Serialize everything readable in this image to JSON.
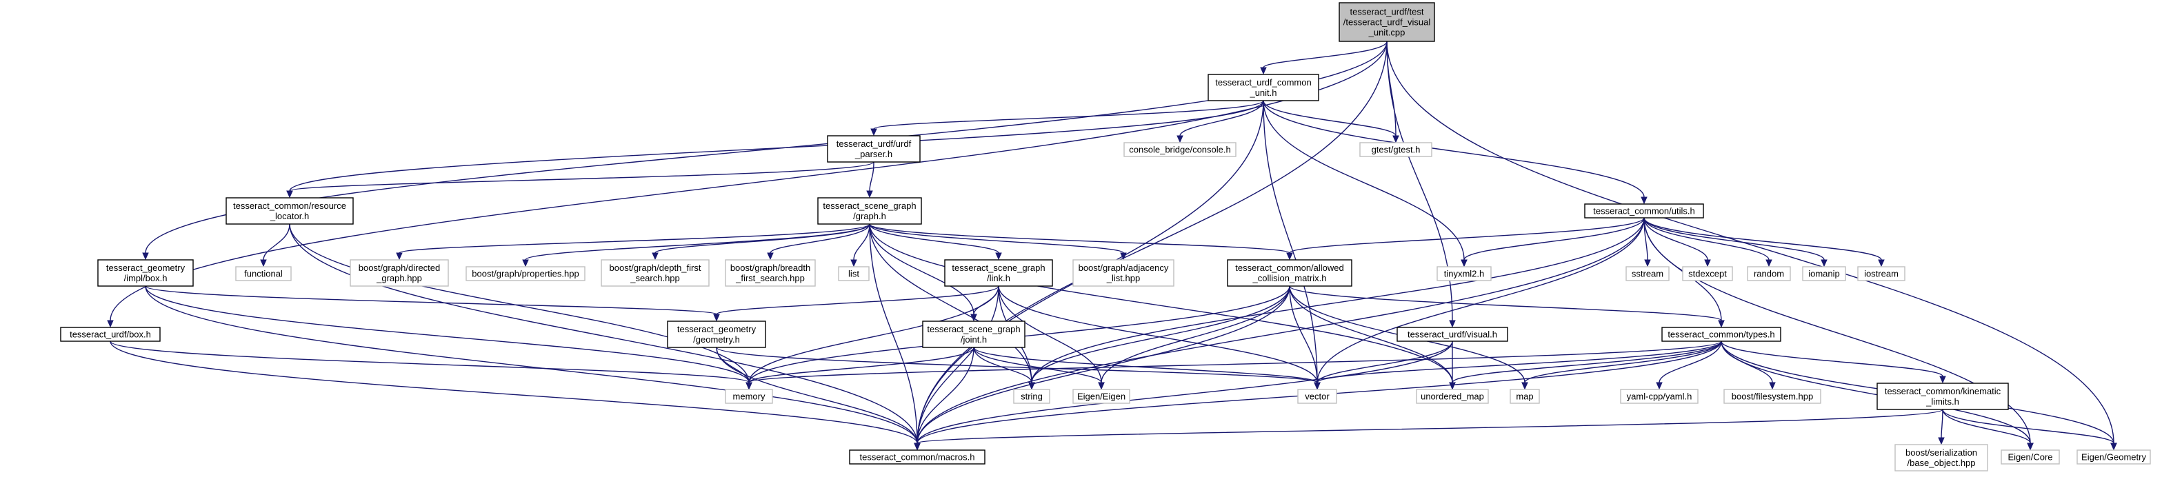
{
  "nodes": [
    {
      "id": "n0",
      "lines": [
        "tesseract_urdf/test",
        "/tesseract_urdf_visual",
        "_unit.cpp"
      ],
      "kind": "root"
    },
    {
      "id": "n1",
      "lines": [
        "tesseract_urdf_common",
        "_unit.h"
      ],
      "kind": "local"
    },
    {
      "id": "n2",
      "lines": [
        "tesseract_urdf/urdf",
        "_parser.h"
      ],
      "kind": "local"
    },
    {
      "id": "n3",
      "lines": [
        "console_bridge/console.h"
      ],
      "kind": "ext"
    },
    {
      "id": "n4",
      "lines": [
        "gtest/gtest.h"
      ],
      "kind": "ext"
    },
    {
      "id": "n5",
      "lines": [
        "tesseract_common/resource",
        "_locator.h"
      ],
      "kind": "local"
    },
    {
      "id": "n6",
      "lines": [
        "tesseract_scene_graph",
        "/graph.h"
      ],
      "kind": "local"
    },
    {
      "id": "n7",
      "lines": [
        "tesseract_common/utils.h"
      ],
      "kind": "local"
    },
    {
      "id": "n8",
      "lines": [
        "tesseract_geometry",
        "/impl/box.h"
      ],
      "kind": "local"
    },
    {
      "id": "n9",
      "lines": [
        "functional"
      ],
      "kind": "ext"
    },
    {
      "id": "n10",
      "lines": [
        "boost/graph/directed",
        "_graph.hpp"
      ],
      "kind": "ext"
    },
    {
      "id": "n11",
      "lines": [
        "boost/graph/properties.hpp"
      ],
      "kind": "ext"
    },
    {
      "id": "n12",
      "lines": [
        "boost/graph/depth_first",
        "_search.hpp"
      ],
      "kind": "ext"
    },
    {
      "id": "n13",
      "lines": [
        "boost/graph/breadth",
        "_first_search.hpp"
      ],
      "kind": "ext"
    },
    {
      "id": "n14",
      "lines": [
        "list"
      ],
      "kind": "ext"
    },
    {
      "id": "n15",
      "lines": [
        "tesseract_scene_graph",
        "/link.h"
      ],
      "kind": "local"
    },
    {
      "id": "n16",
      "lines": [
        "boost/graph/adjacency",
        "_list.hpp"
      ],
      "kind": "ext"
    },
    {
      "id": "n17",
      "lines": [
        "tesseract_common/allowed",
        "_collision_matrix.h"
      ],
      "kind": "local"
    },
    {
      "id": "n18",
      "lines": [
        "tinyxml2.h"
      ],
      "kind": "ext"
    },
    {
      "id": "n19",
      "lines": [
        "sstream"
      ],
      "kind": "ext"
    },
    {
      "id": "n20",
      "lines": [
        "stdexcept"
      ],
      "kind": "ext"
    },
    {
      "id": "n21",
      "lines": [
        "random"
      ],
      "kind": "ext"
    },
    {
      "id": "n22",
      "lines": [
        "iomanip"
      ],
      "kind": "ext"
    },
    {
      "id": "n23",
      "lines": [
        "iostream"
      ],
      "kind": "ext"
    },
    {
      "id": "n24",
      "lines": [
        "tesseract_urdf/box.h"
      ],
      "kind": "local"
    },
    {
      "id": "n25",
      "lines": [
        "tesseract_geometry",
        "/geometry.h"
      ],
      "kind": "local"
    },
    {
      "id": "n26",
      "lines": [
        "tesseract_scene_graph",
        "/joint.h"
      ],
      "kind": "local"
    },
    {
      "id": "n27",
      "lines": [
        "tesseract_urdf/visual.h"
      ],
      "kind": "local"
    },
    {
      "id": "n28",
      "lines": [
        "tesseract_common/types.h"
      ],
      "kind": "local"
    },
    {
      "id": "n29",
      "lines": [
        "memory"
      ],
      "kind": "ext"
    },
    {
      "id": "n30",
      "lines": [
        "string"
      ],
      "kind": "ext"
    },
    {
      "id": "n31",
      "lines": [
        "Eigen/Eigen"
      ],
      "kind": "ext"
    },
    {
      "id": "n32",
      "lines": [
        "vector"
      ],
      "kind": "ext"
    },
    {
      "id": "n33",
      "lines": [
        "unordered_map"
      ],
      "kind": "ext"
    },
    {
      "id": "n34",
      "lines": [
        "map"
      ],
      "kind": "ext"
    },
    {
      "id": "n35",
      "lines": [
        "yaml-cpp/yaml.h"
      ],
      "kind": "ext"
    },
    {
      "id": "n36",
      "lines": [
        "boost/filesystem.hpp"
      ],
      "kind": "ext"
    },
    {
      "id": "n37",
      "lines": [
        "tesseract_common/kinematic",
        "_limits.h"
      ],
      "kind": "local"
    },
    {
      "id": "n38",
      "lines": [
        "tesseract_common/macros.h"
      ],
      "kind": "local"
    },
    {
      "id": "n39",
      "lines": [
        "boost/serialization",
        "/base_object.hpp"
      ],
      "kind": "ext"
    },
    {
      "id": "n40",
      "lines": [
        "Eigen/Core"
      ],
      "kind": "ext"
    },
    {
      "id": "n41",
      "lines": [
        "Eigen/Geometry"
      ],
      "kind": "ext"
    }
  ],
  "edges": [
    [
      "n0",
      "n1"
    ],
    [
      "n0",
      "n4"
    ],
    [
      "n0",
      "n8"
    ],
    [
      "n0",
      "n24"
    ],
    [
      "n0",
      "n27"
    ],
    [
      "n0",
      "n38"
    ],
    [
      "n0",
      "n41"
    ],
    [
      "n1",
      "n2"
    ],
    [
      "n1",
      "n3"
    ],
    [
      "n1",
      "n4"
    ],
    [
      "n1",
      "n5"
    ],
    [
      "n1",
      "n7"
    ],
    [
      "n1",
      "n18"
    ],
    [
      "n1",
      "n32"
    ],
    [
      "n1",
      "n38"
    ],
    [
      "n2",
      "n5"
    ],
    [
      "n2",
      "n6"
    ],
    [
      "n5",
      "n9"
    ],
    [
      "n5",
      "n29"
    ],
    [
      "n5",
      "n38"
    ],
    [
      "n6",
      "n10"
    ],
    [
      "n6",
      "n11"
    ],
    [
      "n6",
      "n12"
    ],
    [
      "n6",
      "n13"
    ],
    [
      "n6",
      "n14"
    ],
    [
      "n6",
      "n15"
    ],
    [
      "n6",
      "n16"
    ],
    [
      "n6",
      "n17"
    ],
    [
      "n6",
      "n26"
    ],
    [
      "n6",
      "n30"
    ],
    [
      "n6",
      "n33"
    ],
    [
      "n6",
      "n38"
    ],
    [
      "n7",
      "n17"
    ],
    [
      "n7",
      "n18"
    ],
    [
      "n7",
      "n19"
    ],
    [
      "n7",
      "n20"
    ],
    [
      "n7",
      "n21"
    ],
    [
      "n7",
      "n22"
    ],
    [
      "n7",
      "n23"
    ],
    [
      "n7",
      "n28"
    ],
    [
      "n7",
      "n30"
    ],
    [
      "n7",
      "n32"
    ],
    [
      "n7",
      "n38"
    ],
    [
      "n7",
      "n40"
    ],
    [
      "n8",
      "n25"
    ],
    [
      "n8",
      "n29"
    ],
    [
      "n8",
      "n38"
    ],
    [
      "n15",
      "n25"
    ],
    [
      "n15",
      "n26"
    ],
    [
      "n15",
      "n29"
    ],
    [
      "n15",
      "n30"
    ],
    [
      "n15",
      "n31"
    ],
    [
      "n15",
      "n32"
    ],
    [
      "n15",
      "n38"
    ],
    [
      "n17",
      "n28"
    ],
    [
      "n17",
      "n29"
    ],
    [
      "n17",
      "n30"
    ],
    [
      "n17",
      "n31"
    ],
    [
      "n17",
      "n32"
    ],
    [
      "n17",
      "n33"
    ],
    [
      "n17",
      "n34"
    ],
    [
      "n17",
      "n38"
    ],
    [
      "n24",
      "n29"
    ],
    [
      "n24",
      "n38"
    ],
    [
      "n25",
      "n29"
    ],
    [
      "n25",
      "n32"
    ],
    [
      "n25",
      "n38"
    ],
    [
      "n26",
      "n29"
    ],
    [
      "n26",
      "n30"
    ],
    [
      "n26",
      "n31"
    ],
    [
      "n26",
      "n32"
    ],
    [
      "n26",
      "n38"
    ],
    [
      "n27",
      "n32"
    ],
    [
      "n27",
      "n33"
    ],
    [
      "n27",
      "n38"
    ],
    [
      "n28",
      "n29"
    ],
    [
      "n28",
      "n32"
    ],
    [
      "n28",
      "n33"
    ],
    [
      "n28",
      "n34"
    ],
    [
      "n28",
      "n35"
    ],
    [
      "n28",
      "n36"
    ],
    [
      "n28",
      "n37"
    ],
    [
      "n28",
      "n38"
    ],
    [
      "n28",
      "n40"
    ],
    [
      "n28",
      "n41"
    ],
    [
      "n37",
      "n38"
    ],
    [
      "n37",
      "n39"
    ],
    [
      "n37",
      "n40"
    ],
    [
      "n37",
      "n41"
    ]
  ]
}
